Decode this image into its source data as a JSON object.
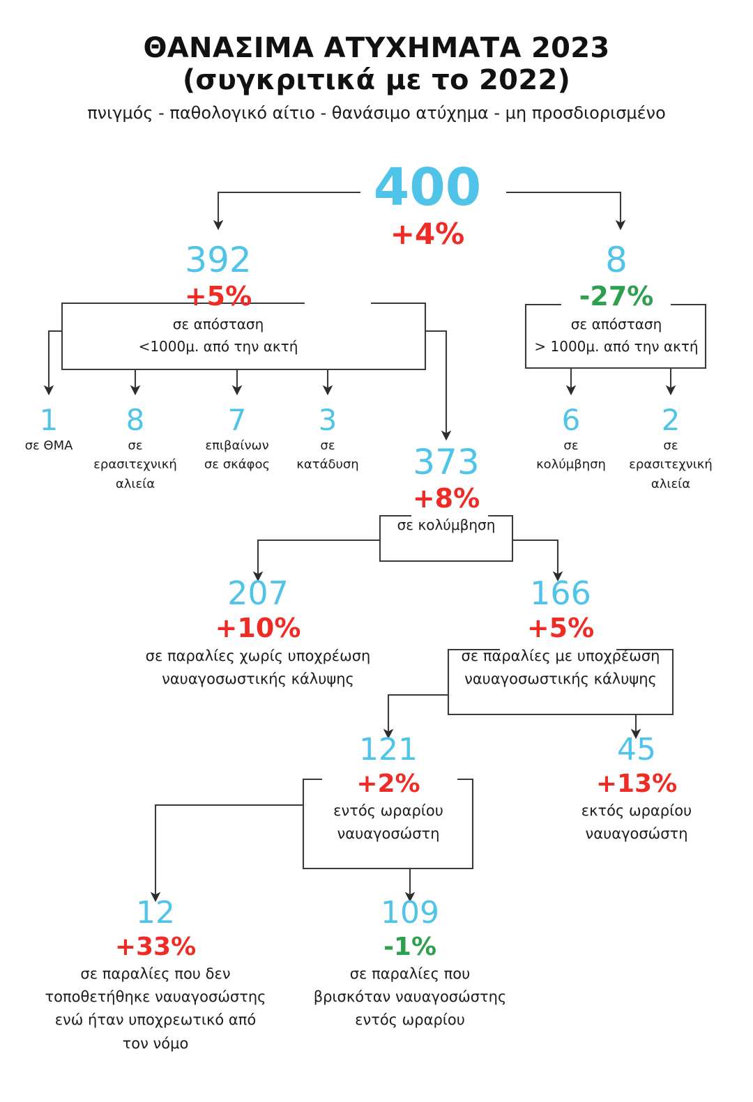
{
  "header": {
    "title_line1": "ΘΑΝΑΣΙΜΑ ΑΤΥΧΗΜΑΤΑ 2023",
    "title_line2": "(συγκριτικά με το 2022)",
    "subtitle": "πνιγμός - παθολογικό αίτιο - θανάσιμο ατύχημα - μη προσδιορισμένο"
  },
  "colors": {
    "value": "#4FC3E8",
    "increase": "#EE2B24",
    "decrease": "#2E9E4F",
    "connector": "#3a3a3a",
    "text": "#1b1b1b",
    "background": "#ffffff"
  },
  "chart_data": {
    "type": "diagram",
    "title": "ΘΑΝΑΣΙΜΑ ΑΤΥΧΗΜΑΤΑ 2023 (συγκριτικά με το 2022)",
    "subtitle": "πνιγμός - παθολογικό αίτιο - θανάσιμο ατύχημα - μη προσδιορισμένο",
    "nodes": [
      {
        "id": "root",
        "value": 400,
        "change": "+4%",
        "direction": "up",
        "label": ""
      },
      {
        "id": "near_shore",
        "value": 392,
        "change": "+5%",
        "direction": "up",
        "label": "σε απόσταση <1000μ. από την ακτή"
      },
      {
        "id": "far_shore",
        "value": 8,
        "change": "-27%",
        "direction": "down",
        "label": "σε απόσταση > 1000μ. από την ακτή"
      },
      {
        "id": "thma",
        "value": 1,
        "change": "",
        "direction": "",
        "label": "σε ΘΜΑ"
      },
      {
        "id": "fishing_near",
        "value": 8,
        "change": "",
        "direction": "",
        "label": "σε ερασιτεχνική αλιεία"
      },
      {
        "id": "boat",
        "value": 7,
        "change": "",
        "direction": "",
        "label": "επιβαίνων σε σκάφος"
      },
      {
        "id": "diving",
        "value": 3,
        "change": "",
        "direction": "",
        "label": "σε κατάδυση"
      },
      {
        "id": "swim_far",
        "value": 6,
        "change": "",
        "direction": "",
        "label": "σε κολύμβηση"
      },
      {
        "id": "fishing_far",
        "value": 2,
        "change": "",
        "direction": "",
        "label": "σε ερασιτεχνική αλιεία"
      },
      {
        "id": "swimming",
        "value": 373,
        "change": "+8%",
        "direction": "up",
        "label": "σε κολύμβηση"
      },
      {
        "id": "no_duty",
        "value": 207,
        "change": "+10%",
        "direction": "up",
        "label": "σε παραλίες χωρίς υποχρέωση ναυαγοσωστικής κάλυψης"
      },
      {
        "id": "with_duty",
        "value": 166,
        "change": "+5%",
        "direction": "up",
        "label": "σε παραλίες με υποχρέωση ναυαγοσωστικής κάλυψης"
      },
      {
        "id": "in_hours",
        "value": 121,
        "change": "+2%",
        "direction": "up",
        "label": "εντός ωραρίου ναυαγοσώστη"
      },
      {
        "id": "out_hours",
        "value": 45,
        "change": "+13%",
        "direction": "up",
        "label": "εκτός ωραρίου ναυαγοσώστη"
      },
      {
        "id": "no_guard",
        "value": 12,
        "change": "+33%",
        "direction": "up",
        "label": "σε παραλίες που δεν τοποθετήθηκε ναυαγοσώστης ενώ ήταν υποχρεωτικό από τον νόμο"
      },
      {
        "id": "guard_there",
        "value": 109,
        "change": "-1%",
        "direction": "down",
        "label": "σε παραλίες που βρισκόταν ναυαγοσώστης εντός ωραρίου"
      }
    ],
    "edges": [
      {
        "from": "root",
        "to": "near_shore"
      },
      {
        "from": "root",
        "to": "far_shore"
      },
      {
        "from": "near_shore",
        "to": "thma"
      },
      {
        "from": "near_shore",
        "to": "fishing_near"
      },
      {
        "from": "near_shore",
        "to": "boat"
      },
      {
        "from": "near_shore",
        "to": "diving"
      },
      {
        "from": "near_shore",
        "to": "swimming"
      },
      {
        "from": "far_shore",
        "to": "swim_far"
      },
      {
        "from": "far_shore",
        "to": "fishing_far"
      },
      {
        "from": "swimming",
        "to": "no_duty"
      },
      {
        "from": "swimming",
        "to": "with_duty"
      },
      {
        "from": "with_duty",
        "to": "in_hours"
      },
      {
        "from": "with_duty",
        "to": "out_hours"
      },
      {
        "from": "in_hours",
        "to": "no_guard"
      },
      {
        "from": "in_hours",
        "to": "guard_there"
      }
    ]
  },
  "nodes": {
    "root": {
      "value": "400",
      "change": "+4%"
    },
    "near_shore": {
      "value": "392",
      "change": "+5%",
      "label_l1": "σε απόσταση",
      "label_l2": "<1000μ. από την ακτή"
    },
    "far_shore": {
      "value": "8",
      "change": "-27%",
      "label_l1": "σε απόσταση",
      "label_l2": "> 1000μ. από την ακτή"
    },
    "thma": {
      "value": "1",
      "label_l1": "σε ΘΜΑ",
      "label_l2": "",
      "label_l3": ""
    },
    "fishing_near": {
      "value": "8",
      "label_l1": "σε",
      "label_l2": "ερασιτεχνική",
      "label_l3": "αλιεία"
    },
    "boat": {
      "value": "7",
      "label_l1": "επιβαίνων",
      "label_l2": "σε σκάφος",
      "label_l3": ""
    },
    "diving": {
      "value": "3",
      "label_l1": "σε",
      "label_l2": "κατάδυση",
      "label_l3": ""
    },
    "swim_far": {
      "value": "6",
      "label_l1": "σε",
      "label_l2": "κολύμβηση",
      "label_l3": ""
    },
    "fishing_far": {
      "value": "2",
      "label_l1": "σε",
      "label_l2": "ερασιτεχνική",
      "label_l3": "αλιεία"
    },
    "swimming": {
      "value": "373",
      "change": "+8%",
      "label_l1": "σε κολύμβηση"
    },
    "no_duty": {
      "value": "207",
      "change": "+10%",
      "label_l1": "σε παραλίες χωρίς υποχρέωση",
      "label_l2": "ναυαγοσωστικής κάλυψης"
    },
    "with_duty": {
      "value": "166",
      "change": "+5%",
      "label_l1": "σε παραλίες με υποχρέωση",
      "label_l2": "ναυαγοσωστικής κάλυψης"
    },
    "in_hours": {
      "value": "121",
      "change": "+2%",
      "label_l1": "εντός ωραρίου",
      "label_l2": "ναυαγοσώστη"
    },
    "out_hours": {
      "value": "45",
      "change": "+13%",
      "label_l1": "εκτός ωραρίου",
      "label_l2": "ναυαγοσώστη"
    },
    "no_guard": {
      "value": "12",
      "change": "+33%",
      "label_l1": "σε παραλίες που δεν",
      "label_l2": "τοποθετήθηκε ναυαγοσώστης",
      "label_l3": "ενώ ήταν υποχρεωτικό από",
      "label_l4": "τον νόμο"
    },
    "guard_there": {
      "value": "109",
      "change": "-1%",
      "label_l1": "σε παραλίες που",
      "label_l2": "βρισκόταν ναυαγοσώστης",
      "label_l3": "εντός ωραρίου"
    }
  }
}
